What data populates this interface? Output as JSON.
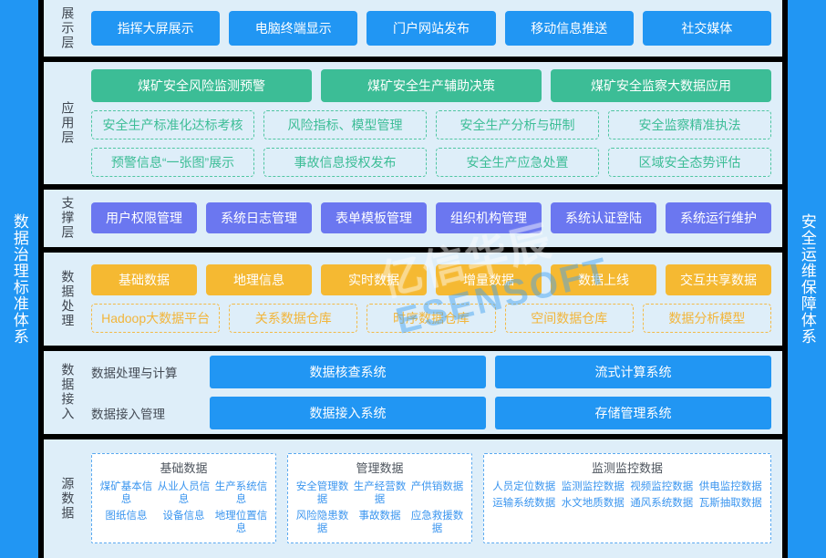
{
  "rails": {
    "left": "数据治理标准体系",
    "right": "安全运维保障体系"
  },
  "watermark": {
    "cn": "亿信华辰",
    "en": "ESENSOFT"
  },
  "colors": {
    "panel": "#deeef9",
    "rail": "#2196f3",
    "blue": "#2196f3",
    "teal": "#3cbd96",
    "purple": "#6b77f0",
    "orange": "#f5b932",
    "source_text": "#3a95ef",
    "gap": "#000000"
  },
  "layers": [
    {
      "label": "展示层",
      "rows": [
        {
          "style": "blue",
          "items": [
            "指挥大屏展示",
            "电脑终端显示",
            "门户网站发布",
            "移动信息推送",
            "社交媒体"
          ]
        }
      ]
    },
    {
      "label": "应用层",
      "rows": [
        {
          "style": "teal",
          "items": [
            "煤矿安全风险监测预警",
            "煤矿安全生产辅助决策",
            "煤矿安全监察大数据应用"
          ]
        },
        {
          "style": "dash-teal",
          "items": [
            "安全生产标准化达标考核",
            "风险指标、模型管理",
            "安全生产分析与研制",
            "安全监察精准执法"
          ]
        },
        {
          "style": "dash-teal",
          "items": [
            "预警信息“一张图”展示",
            "事故信息授权发布",
            "安全生产应急处置",
            "区域安全态势评估"
          ]
        }
      ]
    },
    {
      "label": "支撑层",
      "rows": [
        {
          "style": "purple",
          "items": [
            "用户权限管理",
            "系统日志管理",
            "表单模板管理",
            "组织机构管理",
            "系统认证登陆",
            "系统运行维护"
          ]
        }
      ]
    },
    {
      "label": "数据处理",
      "rows": [
        {
          "style": "orange",
          "items": [
            "基础数据",
            "地理信息",
            "实时数据",
            "增量数据",
            "数据上线",
            "交互共享数据"
          ]
        },
        {
          "style": "dash-orange",
          "items": [
            "Hadoop大数据平台",
            "关系数据仓库",
            "时序数据仓库",
            "空间数据仓库",
            "数据分析模型"
          ]
        }
      ]
    }
  ],
  "data_access": {
    "label": "数据接入",
    "rows": [
      {
        "sublabel": "数据处理与计算",
        "items": [
          "数据核查系统",
          "流式计算系统"
        ]
      },
      {
        "sublabel": "数据接入管理",
        "items": [
          "数据接入系统",
          "存储管理系统"
        ]
      }
    ]
  },
  "source_data": {
    "label": "源数据",
    "cards": [
      {
        "title": "基础数据",
        "columns": 3,
        "items": [
          "煤矿基本信息",
          "从业人员信息",
          "生产系统信息",
          "图纸信息",
          "设备信息",
          "地理位置信息"
        ]
      },
      {
        "title": "管理数据",
        "columns": 3,
        "items": [
          "安全管理数据",
          "生产经营数据",
          "产供销数据",
          "风险隐患数据",
          "事故数据",
          "应急救援数据"
        ]
      },
      {
        "title": "监测监控数据",
        "columns": 4,
        "items": [
          "人员定位数据",
          "监测监控数据",
          "视频监控数据",
          "供电监控数据",
          "运输系统数据",
          "水文地质数据",
          "通风系统数据",
          "瓦斯抽取数据"
        ]
      }
    ]
  }
}
